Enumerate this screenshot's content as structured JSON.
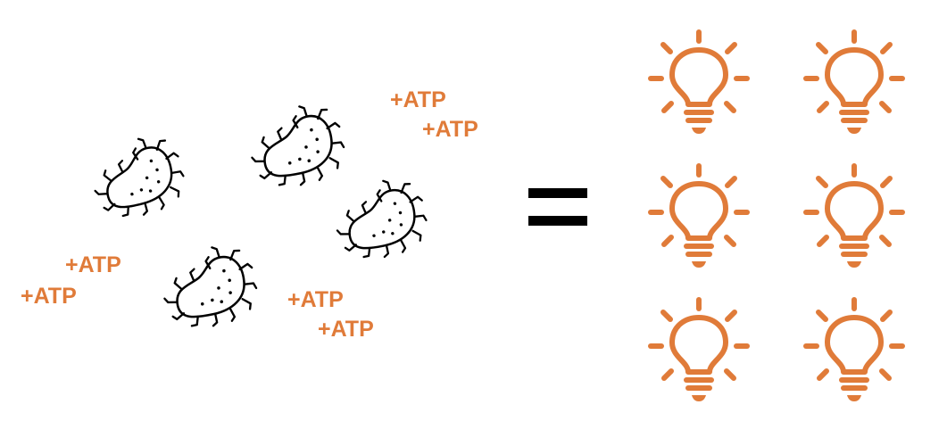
{
  "diagram": {
    "atp_labels": [
      "+ATP",
      "+ATP",
      "+ATP",
      "+ATP",
      "+ATP",
      "+ATP"
    ],
    "bacteria": [
      "bacterium-icon",
      "bacterium-icon",
      "bacterium-icon",
      "bacterium-icon"
    ],
    "bulbs": [
      "lightbulb-icon",
      "lightbulb-icon",
      "lightbulb-icon",
      "lightbulb-icon",
      "lightbulb-icon",
      "lightbulb-icon"
    ],
    "operator_icon": "equals-icon",
    "colors": {
      "accent": "#E07B39",
      "outline": "#000000"
    }
  }
}
